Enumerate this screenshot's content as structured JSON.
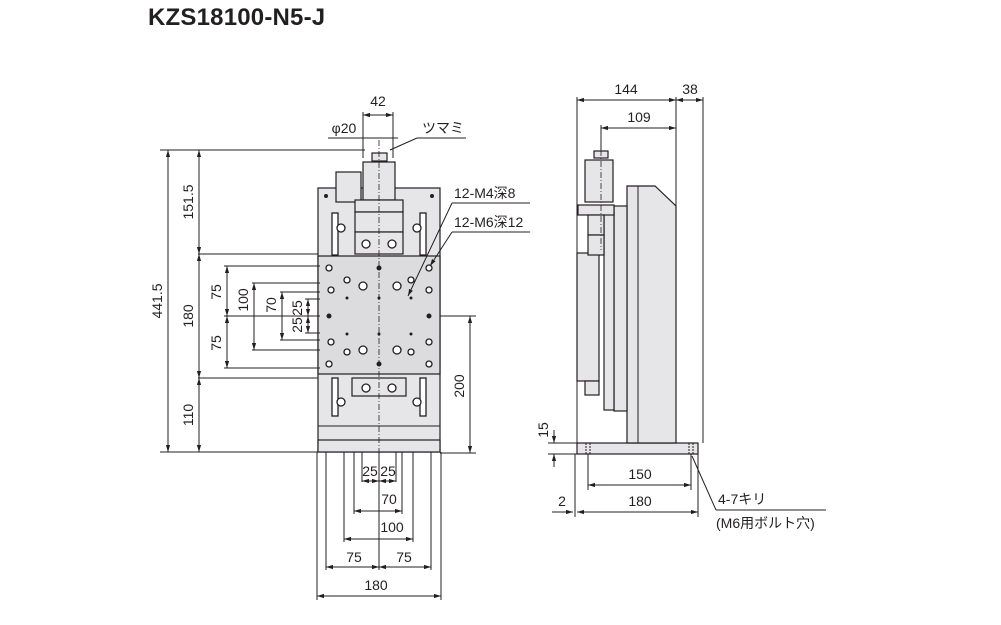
{
  "title": "KZS18100-N5-J",
  "front_view": {
    "top_dims": {
      "width_42": "42",
      "phi20": "φ20",
      "knob_label": "ツマミ"
    },
    "callouts": {
      "m4": "12-M4深8",
      "m6": "12-M6深12"
    },
    "left_dims": {
      "total": "441.5",
      "upper": "151.5",
      "table": "180",
      "lower": "110",
      "v75a": "75",
      "v75b": "75",
      "v100": "100",
      "v70": "70",
      "v25a": "25",
      "v25b": "25"
    },
    "right_dims": {
      "h200": "200"
    },
    "bottom_dims": {
      "h25a": "25",
      "h25b": "25",
      "h70": "70",
      "h100": "100",
      "h75a": "75",
      "h75b": "75",
      "h180": "180"
    }
  },
  "side_view": {
    "dims": {
      "d144": "144",
      "d38": "38",
      "d109": "109",
      "d15": "15",
      "d150": "150",
      "d180": "180",
      "d2": "2"
    },
    "callout_line1": "4-7キリ",
    "callout_line2": "(M6用ボルト穴)"
  },
  "colors": {
    "ink": "#231f20",
    "part_fill": "#e6e6e8"
  }
}
